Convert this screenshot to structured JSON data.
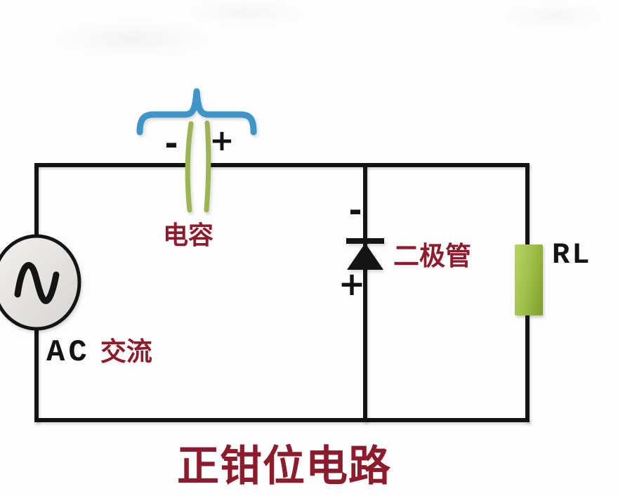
{
  "title": "正钳位电路",
  "colors": {
    "wire": "#141414",
    "dark_red": "#8e1b2b",
    "capacitor_green": "#9cb453",
    "brace_blue": "#3e96c8",
    "resistor_green_light": "#b8d46a",
    "resistor_green_dark": "#7d9e2b",
    "source_fill_light": "#f2f1ef",
    "source_fill_dark": "#d6d4d0"
  },
  "components": {
    "source": {
      "label_en": "AC",
      "label_zh": "交流",
      "symbol": "sine-wave"
    },
    "capacitor": {
      "label": "电容",
      "polarity_left": "-",
      "polarity_right": "+"
    },
    "diode": {
      "label": "二极管",
      "polarity_top": "-",
      "polarity_bottom": "+"
    },
    "load": {
      "label": "RL"
    }
  }
}
